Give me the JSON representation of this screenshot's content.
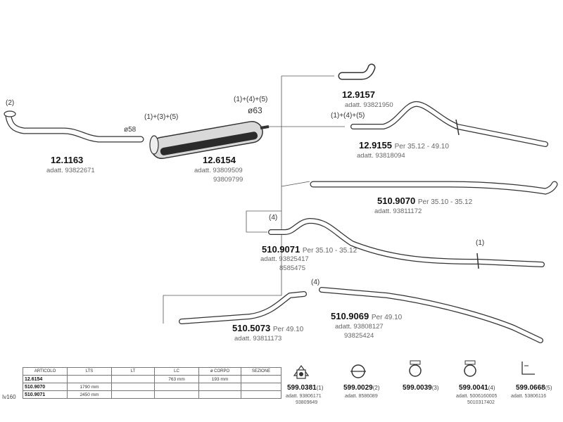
{
  "parts": [
    {
      "code": "12.1163",
      "adatt": "adatt. 93822671",
      "ref": "(2)",
      "diameter": "ø58"
    },
    {
      "code": "12.6154",
      "adatt1": "adatt. 93809509",
      "adatt2": "93809799",
      "ref": "(1)+(3)+(5)",
      "diameter": "ø63",
      "ref2": "(1)+(4)+(5)"
    },
    {
      "code": "12.9157",
      "adatt": "adatt. 93821950"
    },
    {
      "code": "12.9155",
      "per": "Per  35.12  -  49.10",
      "adatt": "adatt. 93818094",
      "ref": "(1)+(4)+(5)"
    },
    {
      "code": "510.9070",
      "per": "Per  35.10  -  35.12",
      "adatt": "adatt. 93811172"
    },
    {
      "code": "510.9071",
      "per": "Per  35.10  -  35.12",
      "adatt1": "adatt. 93825417",
      "adatt2": "8585475",
      "ref": "(4)",
      "ref2": "(1)"
    },
    {
      "code": "510.5073",
      "per": "Per  49.10",
      "adatt": "adatt. 93811173"
    },
    {
      "code": "510.9069",
      "per": "Per  49.10",
      "adatt1": "adatt. 93808127",
      "adatt2": "93825424",
      "ref": "(4)"
    }
  ],
  "table": {
    "headers": [
      "ARTICOLO",
      "LTS",
      "LT",
      "LC",
      "ø CORPO",
      "SEZIONE"
    ],
    "rows": [
      [
        "12.6154",
        "",
        "",
        "763 mm",
        "193 mm",
        ""
      ],
      [
        "510.9070",
        "1790 mm",
        "",
        "",
        "",
        ""
      ],
      [
        "510.9071",
        "2450 mm",
        "",
        "",
        "",
        ""
      ]
    ],
    "side_label": "Iv160"
  },
  "clamps": [
    {
      "code": "599.0381",
      "ref": "(1)",
      "sub1": "adatt. 93806171",
      "sub2": "93809649",
      "icon": "flange-gasket-icon"
    },
    {
      "code": "599.0029",
      "ref": "(2)",
      "sub1": "adatt. 8586089",
      "sub2": "",
      "icon": "u-bolt-clamp-icon"
    },
    {
      "code": "599.0039",
      "ref": "(3)",
      "sub1": "",
      "sub2": "",
      "icon": "pipe-clamp-icon"
    },
    {
      "code": "599.0041",
      "ref": "(4)",
      "sub1": "adatt. 5006160005",
      "sub2": "5010317402",
      "icon": "pipe-clamp-icon"
    },
    {
      "code": "599.0668",
      "ref": "(5)",
      "sub1": "adatt. 53806116",
      "sub2": "",
      "icon": "mounting-bracket-icon"
    }
  ],
  "colors": {
    "line": "#333333",
    "pipe_fill": "#ffffff",
    "muffler_fill": "#d9d9d9",
    "muffler_band": "#2b2b2b"
  }
}
